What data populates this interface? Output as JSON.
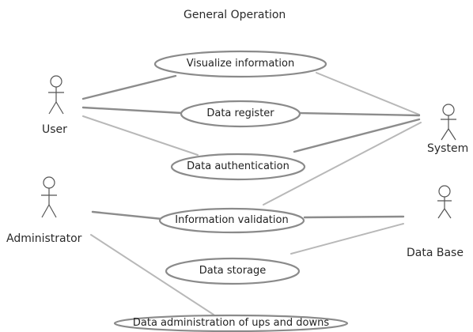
{
  "title": "General Operation",
  "actors": {
    "user": "User",
    "system": "System",
    "administrator": "Administrator",
    "database": "Data Base"
  },
  "use_cases": {
    "visualize_information": "Visualize information",
    "data_register": "Data register",
    "data_authentication": "Data authentication",
    "information_validation": "Information validation",
    "data_storage": "Data storage",
    "data_administration": "Data administration of ups and downs"
  },
  "colors": {
    "line_dark": "#8c8c8c",
    "line_light": "#b8b8b8",
    "ellipse_stroke": "#8a8a8a",
    "actor_stroke": "#555555",
    "text": "#222222"
  }
}
